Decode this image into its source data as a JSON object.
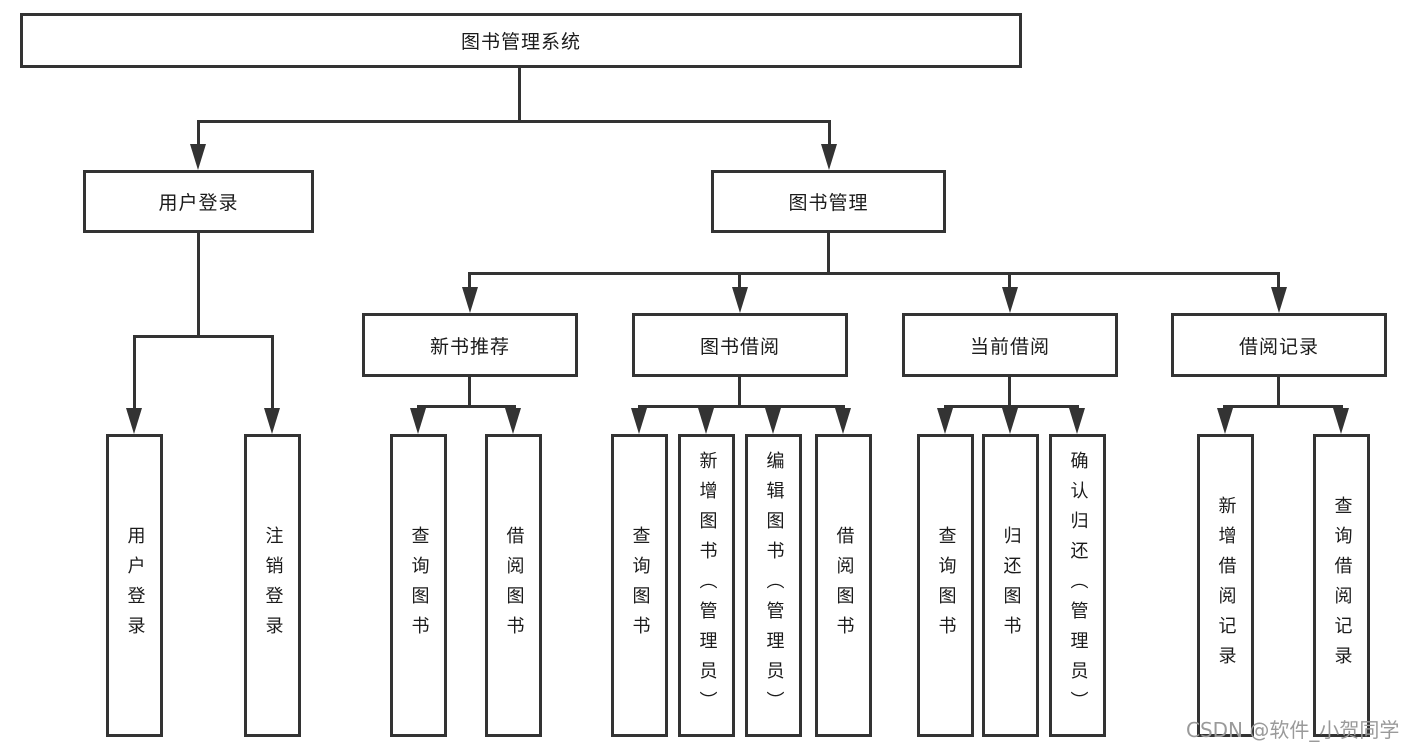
{
  "diagram": {
    "root": {
      "label": "图书管理系统"
    },
    "level2": [
      {
        "label": "用户登录"
      },
      {
        "label": "图书管理"
      }
    ],
    "level3": [
      {
        "label": "新书推荐"
      },
      {
        "label": "图书借阅"
      },
      {
        "label": "当前借阅"
      },
      {
        "label": "借阅记录"
      }
    ],
    "leaves": [
      {
        "label": "用户登录"
      },
      {
        "label": "注销登录"
      },
      {
        "label": "查询图书"
      },
      {
        "label": "借阅图书"
      },
      {
        "label": "查询图书"
      },
      {
        "label": "新增图书（管理员）"
      },
      {
        "label": "编辑图书（管理员）"
      },
      {
        "label": "借阅图书"
      },
      {
        "label": "查询图书"
      },
      {
        "label": "归还图书"
      },
      {
        "label": "确认归还（管理员）"
      },
      {
        "label": "新增借阅记录"
      },
      {
        "label": "查询借阅记录"
      }
    ],
    "watermark": "CSDN @软件_小贺同学",
    "colors": {
      "line": "#333333",
      "text": "#1b1b1b",
      "watermark": "#9a9a9a"
    }
  }
}
